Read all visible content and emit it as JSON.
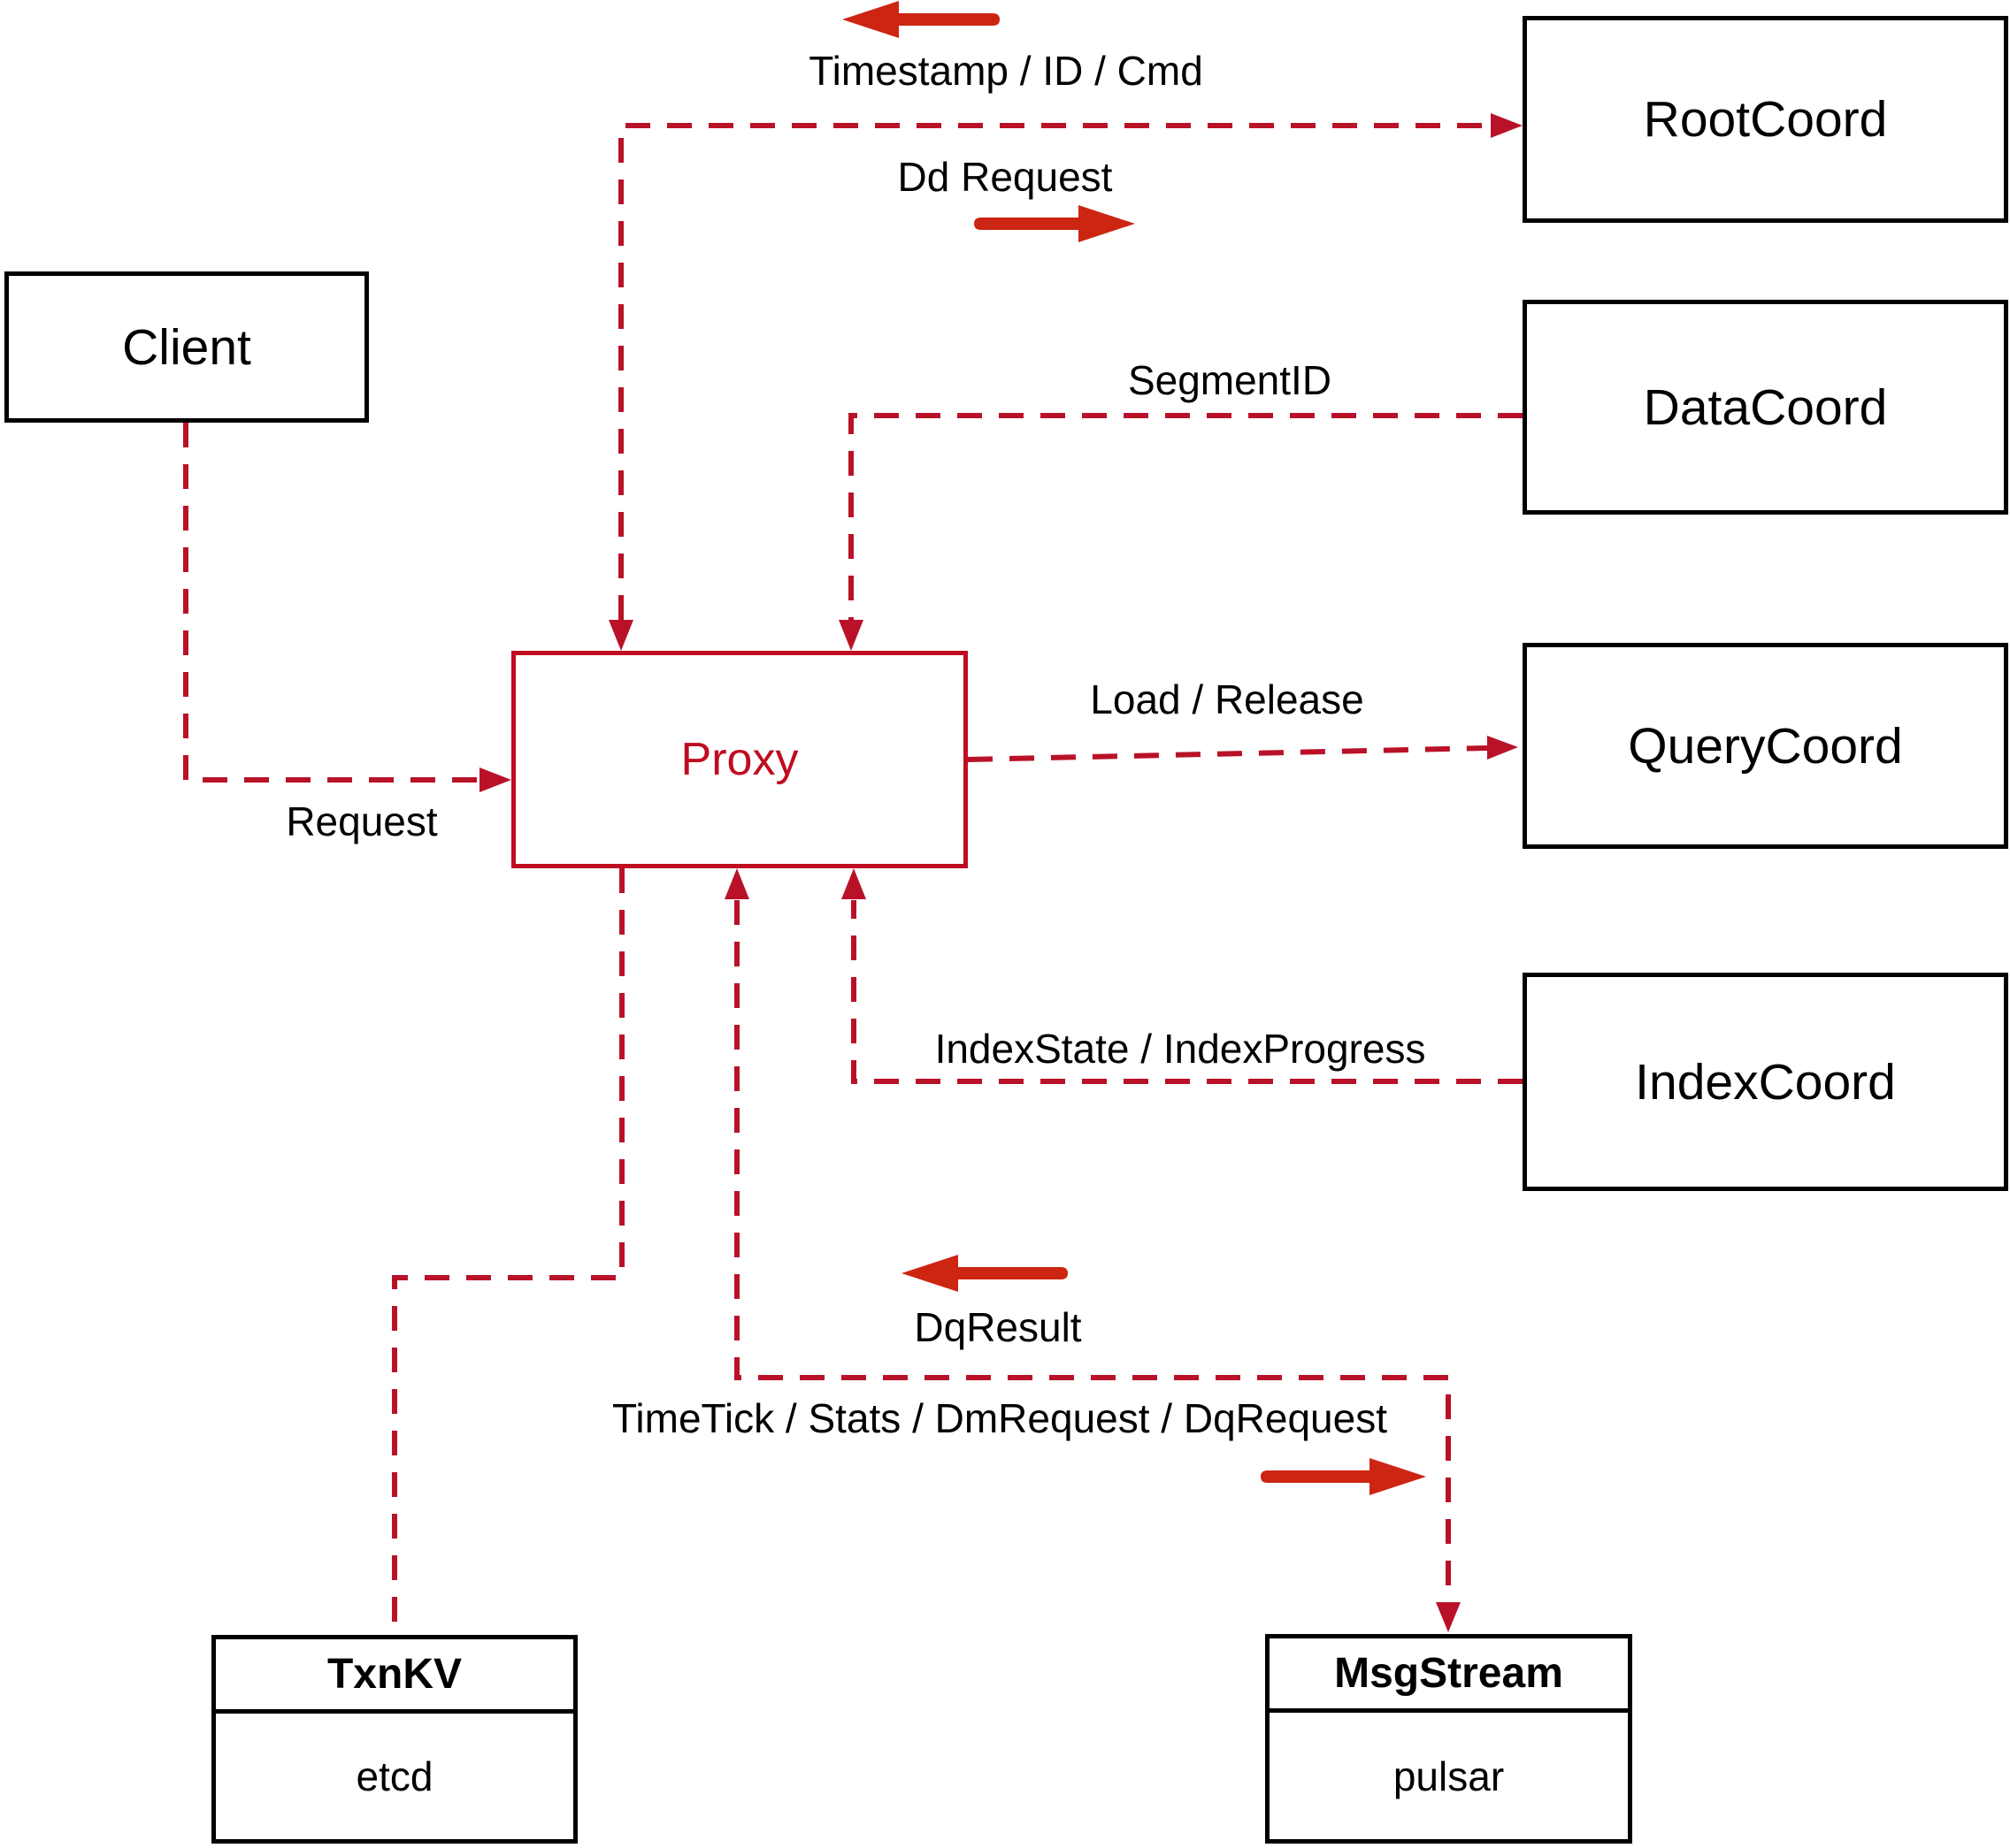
{
  "diagram": {
    "nodes": {
      "client": {
        "label": "Client"
      },
      "proxy": {
        "label": "Proxy"
      },
      "rootcoord": {
        "label": "RootCoord"
      },
      "datacoord": {
        "label": "DataCoord"
      },
      "querycoord": {
        "label": "QueryCoord"
      },
      "indexcoord": {
        "label": "IndexCoord"
      },
      "txnkv": {
        "title": "TxnKV",
        "impl": "etcd"
      },
      "msgstream": {
        "title": "MsgStream",
        "impl": "pulsar"
      }
    },
    "edge_labels": {
      "timestamp_id_cmd": "Timestamp / ID / Cmd",
      "dd_request": "Dd Request",
      "segment_id": "SegmentID",
      "request": "Request",
      "load_release": "Load / Release",
      "index_state_progress": "IndexState / IndexProgress",
      "dq_result": "DqResult",
      "time_tick": "TimeTick / Stats / DmRequest / DqRequest"
    }
  },
  "colors": {
    "connector": "#b91228",
    "solid_arrow": "#cc2512",
    "node_border": "#000000",
    "proxy_accent": "#c00c20"
  }
}
